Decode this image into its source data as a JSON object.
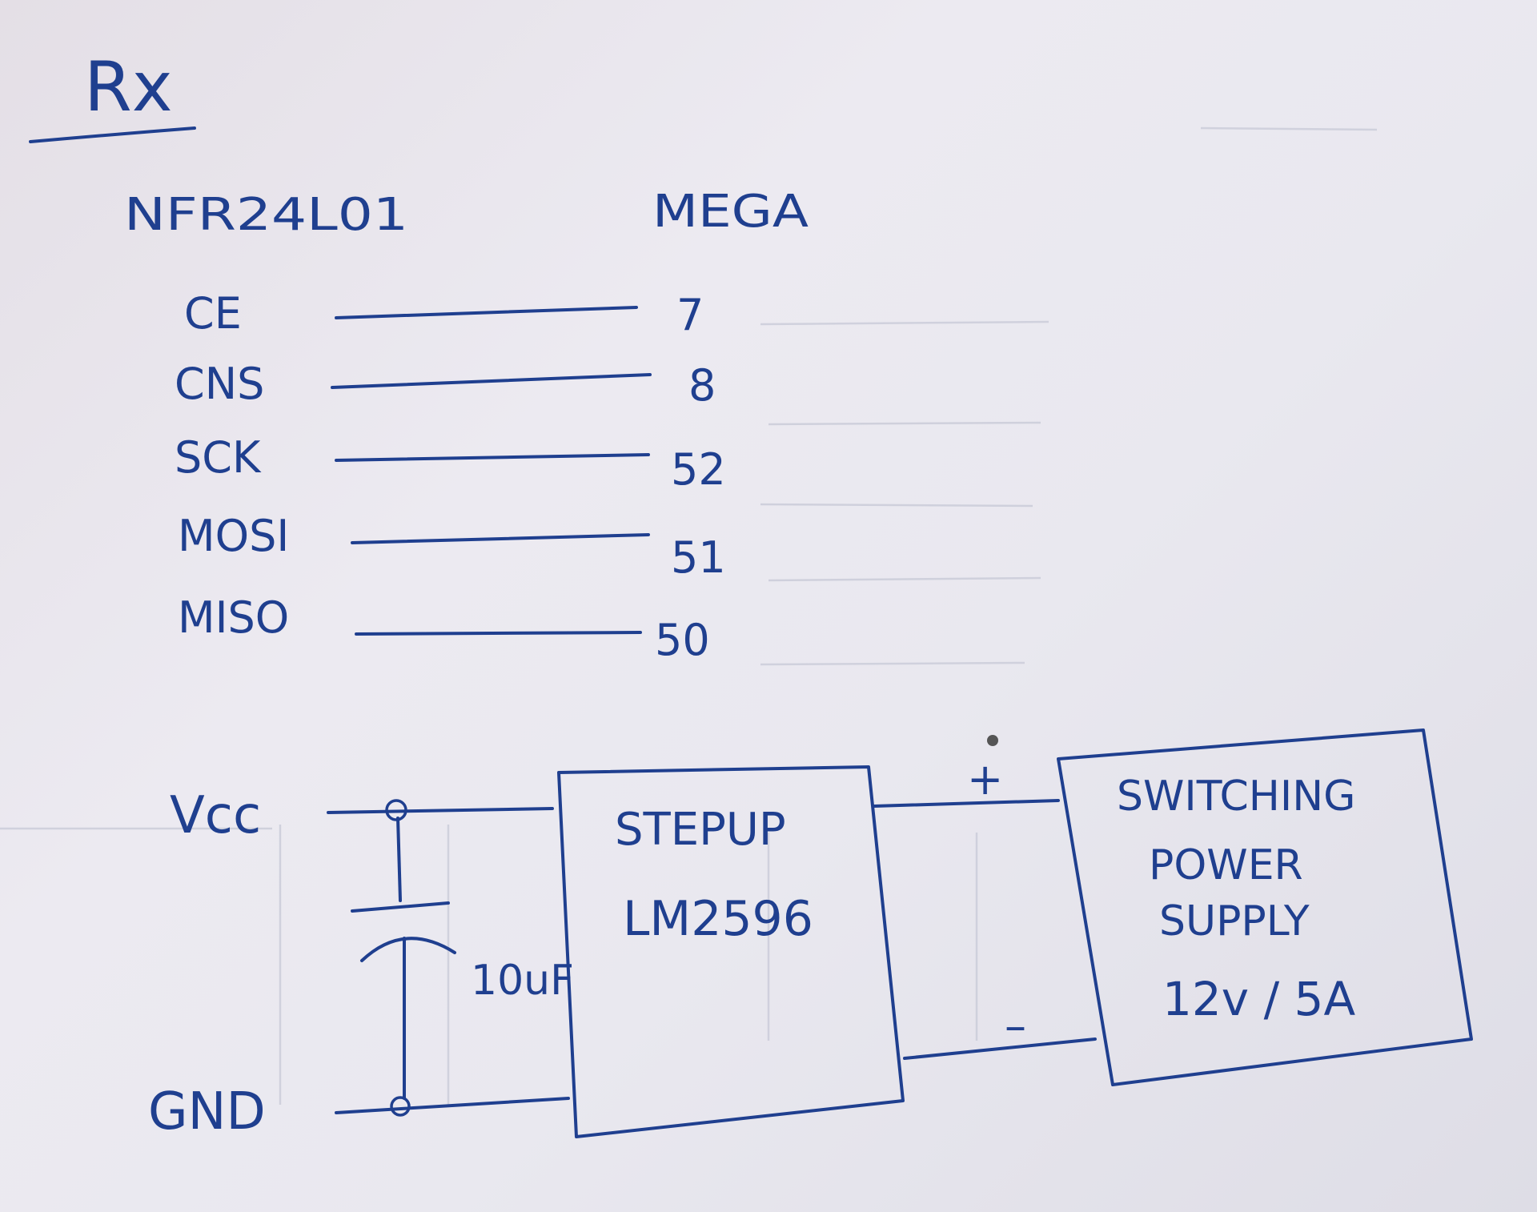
{
  "title": "Rx",
  "headers": {
    "module": "NFR24L01",
    "board": "MEGA"
  },
  "pins": [
    {
      "name": "CE",
      "mega_pin": "7"
    },
    {
      "name": "CNS",
      "mega_pin": "8"
    },
    {
      "name": "SCK",
      "mega_pin": "52"
    },
    {
      "name": "MOSI",
      "mega_pin": "51"
    },
    {
      "name": "MISO",
      "mega_pin": "50"
    }
  ],
  "power": {
    "vcc_label": "Vcc",
    "gnd_label": "GND",
    "capacitor_label": "10uF",
    "stepup": {
      "line1": "STEPUP",
      "line2": "LM2596"
    },
    "psu": {
      "line1": "SWITCHING",
      "line2": "POWER",
      "line3": "SUPPLY",
      "line4": "12v / 5A"
    },
    "plus": "+",
    "minus": "–"
  },
  "colors": {
    "ink": "#1f3f8f",
    "paper": "#e9e8ef"
  }
}
